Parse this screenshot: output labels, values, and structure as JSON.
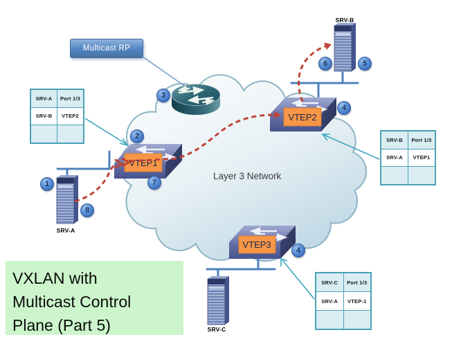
{
  "title": {
    "line1": "VXLAN with",
    "line2": "Multicast Control",
    "line3": "Plane (Part 5)"
  },
  "cloud": {
    "label": "Layer 3 Network"
  },
  "multicast_rp": {
    "label": "Multicast RP"
  },
  "vteps": [
    {
      "label": "VTEP1"
    },
    {
      "label": "VTEP2"
    },
    {
      "label": "VTEP3"
    }
  ],
  "servers": [
    {
      "label": "SRV-A"
    },
    {
      "label": "SRV-B"
    },
    {
      "label": "SRV-C"
    }
  ],
  "badges": [
    {
      "label": "1"
    },
    {
      "label": "2"
    },
    {
      "label": "3"
    },
    {
      "label": "4"
    },
    {
      "label": "5"
    },
    {
      "label": "6"
    },
    {
      "label": "7"
    },
    {
      "label": "8"
    },
    {
      "label": "4"
    }
  ],
  "tables": {
    "vtep1_mapping": {
      "rows": [
        [
          "SRV-A",
          "Port 1/3"
        ],
        [
          "SRV-B",
          "VTEP2"
        ],
        [
          "",
          ""
        ]
      ]
    },
    "vtep2_mapping": {
      "rows": [
        [
          "SRV-B",
          "Port 1/3"
        ],
        [
          "SRV-A",
          "VTEP1"
        ],
        [
          "",
          ""
        ]
      ]
    },
    "vtep3_mapping": {
      "rows": [
        [
          "SRV-C",
          "Port 1/3"
        ],
        [
          "SRV-A",
          "VTEP-1"
        ],
        [
          "",
          ""
        ]
      ]
    }
  },
  "colors": {
    "orange_label": "#f79646",
    "badge_blue": "#3e72c0",
    "table_teal": "#4aa0b5",
    "multicast_path_red": "#c04437",
    "lan_line_blue": "#4f81bd",
    "title_green": "#ccf5cb",
    "connector_teal": "#3aa6bd"
  }
}
